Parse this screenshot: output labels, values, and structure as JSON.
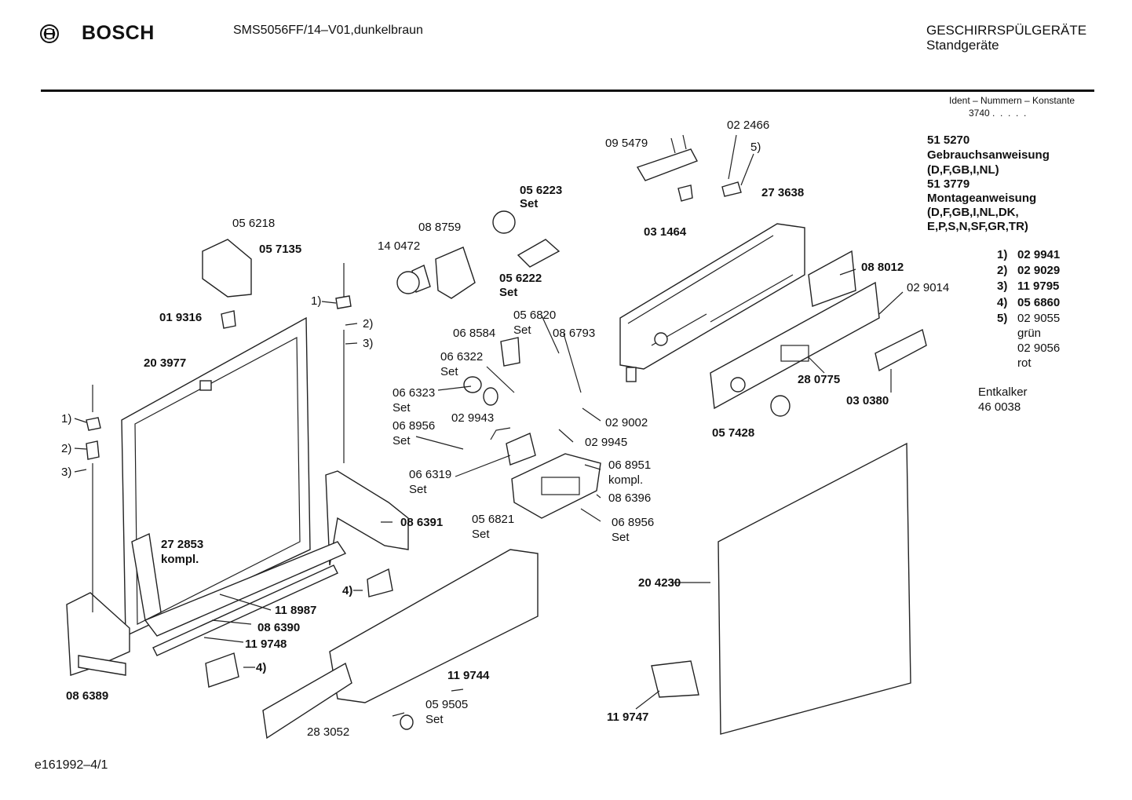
{
  "header": {
    "brand": "BOSCH",
    "brand_icon": "bosch-armature-logo-icon",
    "model": "SMS5056FF/14–V01,dunkelbraun",
    "category": "GESCHIRRSPÜLGERÄTE",
    "subcategory": "Standgeräte"
  },
  "ident": {
    "label": "Ident – Nummern – Konstante",
    "value": "3740 .  .  .  .  ."
  },
  "docs": {
    "manual_number": "51 5270",
    "manual_title": "Gebrauchsanweisung",
    "manual_langs": "(D,F,GB,I,NL)",
    "install_number": "51 3779",
    "install_title": "Montageanweisung",
    "install_langs_1": "(D,F,GB,I,NL,DK,",
    "install_langs_2": "E,P,S,N,SF,GR,TR)"
  },
  "footnotes": [
    {
      "key": "1)",
      "value": "02 9941"
    },
    {
      "key": "2)",
      "value": "02 9029"
    },
    {
      "key": "3)",
      "value": "11 9795"
    },
    {
      "key": "4)",
      "value": "05 6860"
    },
    {
      "key": "5)",
      "value": "02 9055"
    }
  ],
  "footnote5_extra": [
    "grün",
    "02 9056",
    "rot"
  ],
  "entkalker": {
    "label": "Entkalker",
    "value": "46 0038"
  },
  "footer_code": "e161992–4/1",
  "labels": {
    "p095479": "09 5479",
    "p022466": "02 2466",
    "fn5_top": "5)",
    "p031464": "03 1464",
    "p273638": "27 3638",
    "p056223": "05 6223",
    "set_056223": "Set",
    "p088759": "08 8759",
    "p140472": "14 0472",
    "p056222": "05 6222",
    "set_056222": "Set",
    "p056218": "05 6218",
    "p057135": "05 7135",
    "p088012": "08 8012",
    "p029014": "02 9014",
    "fn1_mid": "1)",
    "fn2_mid": "2)",
    "fn3_mid": "3)",
    "p019316": "01 9316",
    "p056820": "05 6820",
    "set_056820": "Set",
    "p068584": "06 8584",
    "p086793": "08 6793",
    "p066322": "06 6322",
    "set_066322": "Set",
    "p203977": "20 3977",
    "p066323": "06 6323",
    "set_066323": "Set",
    "p029002": "02 9002",
    "p029943": "02 9943",
    "p068956a": "06 8956",
    "set_068956a": "Set",
    "p029945": "02 9945",
    "p280775": "28 0775",
    "p030380": "03 0380",
    "p057428": "05 7428",
    "fn1_left": "1)",
    "fn2_left": "2)",
    "fn3_left": "3)",
    "p068951": "06 8951",
    "kompl_068951": "kompl.",
    "p066319": "06 6319",
    "set_066319": "Set",
    "p086396": "08 6396",
    "p086391": "08 6391",
    "p056821": "05 6821",
    "set_056821": "Set",
    "p068956b": "06 8956",
    "set_068956b": "Set",
    "p272853": "27 2853",
    "kompl_272853": "kompl.",
    "p204230": "20 4230",
    "fn4_mid": "4)",
    "p118987": "11 8987",
    "p086390": "08 6390",
    "p119748": "11 9748",
    "fn4_low": "4)",
    "p119744": "11 9744",
    "p086389": "08 6389",
    "p059505": "05 9505",
    "set_059505": "Set",
    "p119747": "11 9747",
    "p283052": "28 3052"
  }
}
